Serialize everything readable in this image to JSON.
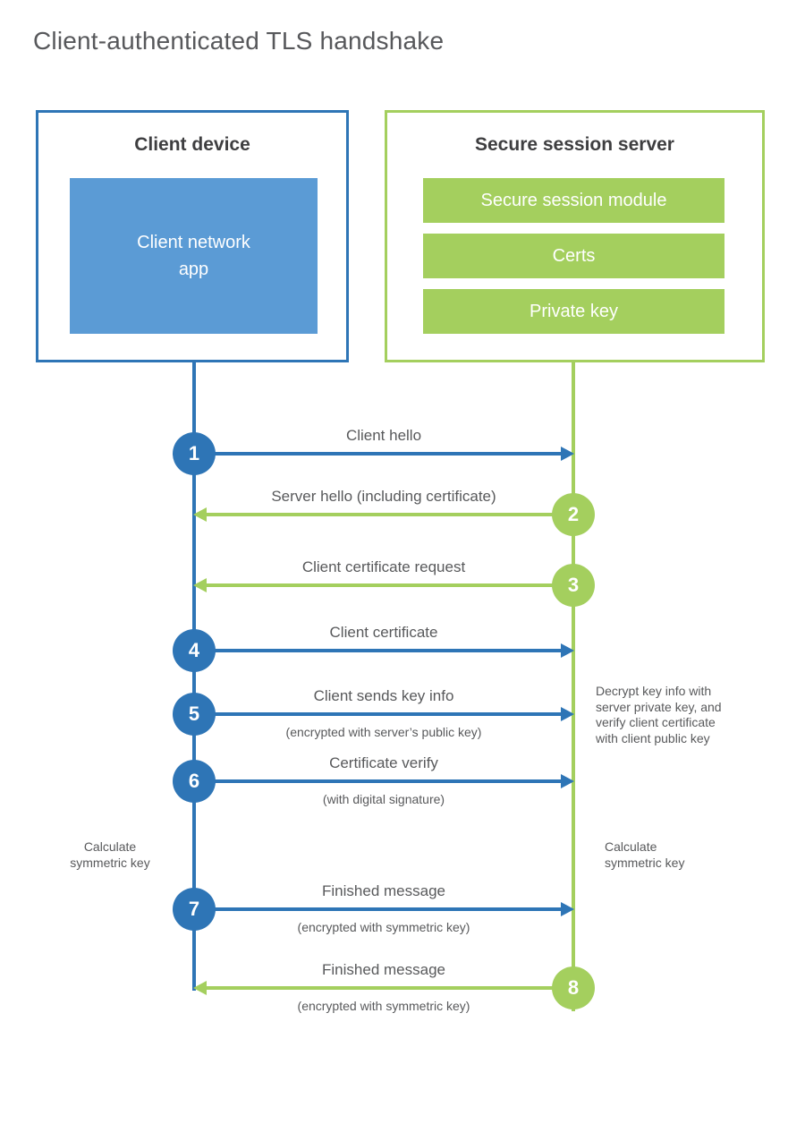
{
  "title": "Client-authenticated TLS handshake",
  "colors": {
    "blue_accent": "#2e75b6",
    "blue_fill": "#5b9bd5",
    "green_accent": "#a4cf5e",
    "heading_text": "#3e3e40",
    "body_text": "#58595b"
  },
  "client": {
    "title": "Client device",
    "module": "Client network\napp"
  },
  "server": {
    "title": "Secure session server",
    "modules": [
      "Secure session module",
      "Certs",
      "Private key"
    ]
  },
  "steps": [
    {
      "n": "1",
      "from": "client",
      "to": "server",
      "label": "Client hello"
    },
    {
      "n": "2",
      "from": "server",
      "to": "client",
      "label": "Server hello (including certificate)"
    },
    {
      "n": "3",
      "from": "server",
      "to": "client",
      "label": "Client certificate request"
    },
    {
      "n": "4",
      "from": "client",
      "to": "server",
      "label": "Client certificate"
    },
    {
      "n": "5",
      "from": "client",
      "to": "server",
      "label": "Client sends key info",
      "sub": "(encrypted with server’s public key)"
    },
    {
      "n": "6",
      "from": "client",
      "to": "server",
      "label": "Certificate verify",
      "sub": "(with digital signature)"
    },
    {
      "n": "7",
      "from": "client",
      "to": "server",
      "label": "Finished message",
      "sub": "(encrypted with symmetric key)"
    },
    {
      "n": "8",
      "from": "server",
      "to": "client",
      "label": "Finished message",
      "sub": "(encrypted with symmetric key)"
    }
  ],
  "annotations": {
    "decrypt_note": "Decrypt key info with\nserver private key, and\nverify client certificate\nwith client public key",
    "calc_left": "Calculate symmetric key",
    "calc_right": "Calculate symmetric key"
  }
}
